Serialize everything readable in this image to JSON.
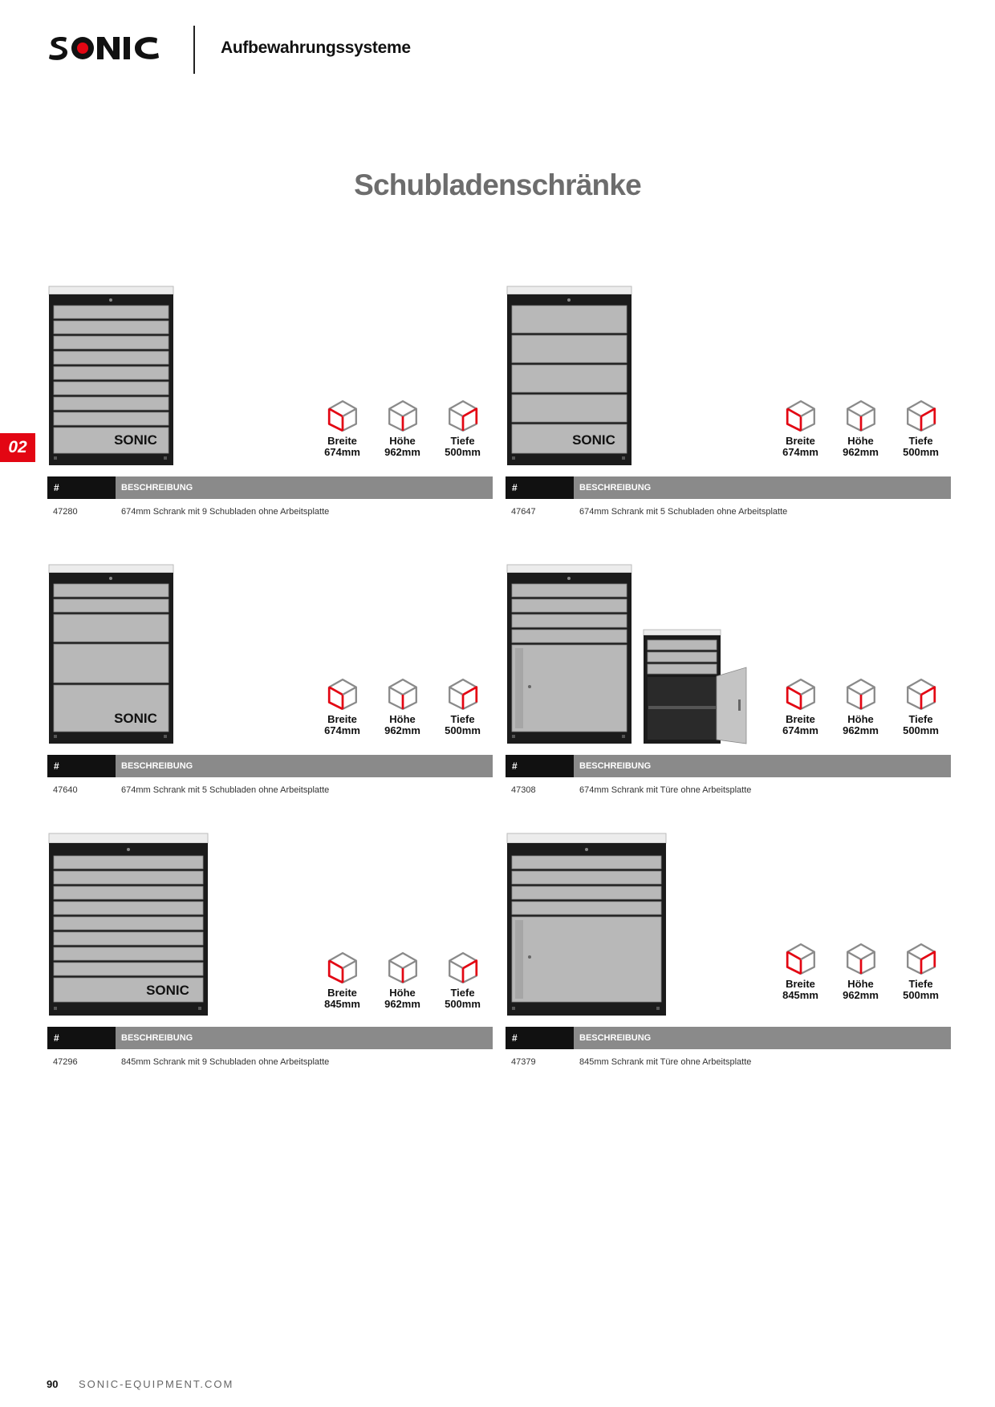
{
  "brand": {
    "logo_text": "SONIC",
    "accent_color": "#e30613"
  },
  "header": {
    "title": "Aufbewahrungssysteme"
  },
  "page_title": "Schubladenschränke",
  "chapter_tab": "02",
  "dim_labels": {
    "width": "Breite",
    "height": "Höhe",
    "depth": "Tiefe"
  },
  "table_headers": {
    "number": "#",
    "description": "BESCHREIBUNG"
  },
  "products": [
    {
      "id": "47280",
      "description": "674mm Schrank mit 9 Schubladen ohne Arbeitsplatte",
      "width": "674mm",
      "height": "962mm",
      "depth": "500mm",
      "variant": "9 drawers, 674mm"
    },
    {
      "id": "47647",
      "description": "674mm Schrank mit 5 Schubladen ohne Arbeitsplatte",
      "width": "674mm",
      "height": "962mm",
      "depth": "500mm",
      "variant": "5 drawers, 674mm"
    },
    {
      "id": "47640",
      "description": "674mm Schrank mit 5 Schubladen ohne Arbeitsplatte",
      "width": "674mm",
      "height": "962mm",
      "depth": "500mm",
      "variant": "5 drawers, 674mm"
    },
    {
      "id": "47308",
      "description": "674mm Schrank mit Türe ohne Arbeitsplatte",
      "width": "674mm",
      "height": "962mm",
      "depth": "500mm",
      "variant": "drawers and door, 674mm"
    },
    {
      "id": "47296",
      "description": "845mm Schrank mit 9 Schubladen ohne Arbeitsplatte",
      "width": "845mm",
      "height": "962mm",
      "depth": "500mm",
      "variant": "9 drawers, 845mm"
    },
    {
      "id": "47379",
      "description": "845mm Schrank mit Türe ohne Arbeitsplatte",
      "width": "845mm",
      "height": "962mm",
      "depth": "500mm",
      "variant": "drawers and door, 845mm"
    }
  ],
  "footer": {
    "page_number": "90",
    "url": "SONIC-EQUIPMENT.COM"
  }
}
